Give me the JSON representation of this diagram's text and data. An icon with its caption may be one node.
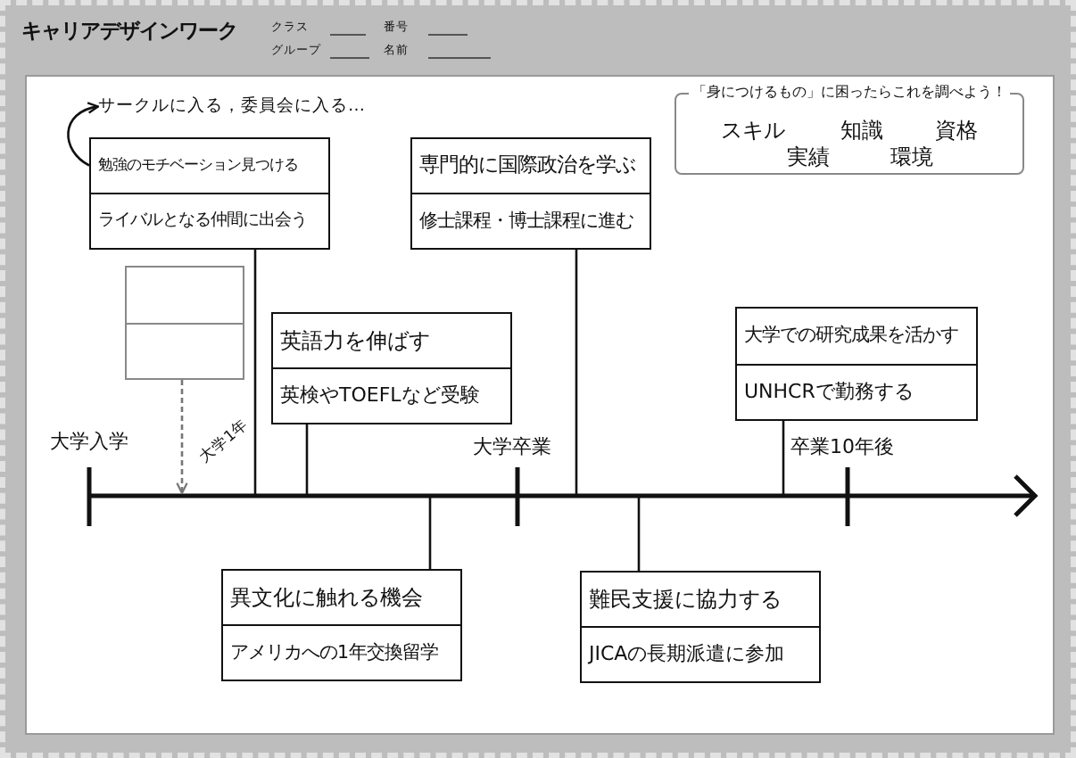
{
  "diagram": {
    "title": "キャリアデザインワーク",
    "nodes": [
      {
        "text": [
          "サークルに入る，委員会に入る…"
        ]
      },
      {
        "text": [
          "「身につけるもの」に困ったらこれを調べよう！",
          "スキル",
          "知識",
          "資格",
          "実績",
          "環境"
        ]
      },
      {
        "text": [
          "勉強のモチベーション見つける",
          "ライバルとなる仲間に出会う"
        ]
      },
      {
        "text": [
          "専門的に国際政治を学ぶ",
          "修士課程・博士課程に進む"
        ]
      },
      {
        "text": [],
        "shape": "box"
      },
      {
        "text": [
          "英語力を伸ばす",
          "英検やTOEFLなど受験"
        ]
      },
      {
        "text": [
          "大学での研究成果を活かす",
          "UNHCRで勤務する"
        ]
      },
      {
        "text": [
          "異文化に触れる機会",
          "アメリカへの1年交換留学"
        ]
      },
      {
        "text": [
          "難民支援に協力する",
          "JICAの長期派遣に参加"
        ]
      }
    ],
    "edges": [
      {
        "from": 2,
        "to": 0,
        "arrow": "to"
      },
      {
        "from": 2,
        "to": null,
        "arrow": "none"
      },
      {
        "from": 3,
        "to": null,
        "arrow": "none"
      },
      {
        "from": 4,
        "to": null,
        "arrow": "to",
        "style": "dashed",
        "color": "#777777"
      },
      {
        "from": 5,
        "to": null,
        "arrow": "none"
      },
      {
        "from": 6,
        "to": null,
        "arrow": "none"
      },
      {
        "from": 7,
        "to": null,
        "arrow": "none"
      },
      {
        "from": 8,
        "to": null,
        "arrow": "none"
      }
    ],
    "labels": [
      "クラス",
      "番号",
      "グループ",
      "名前",
      "大学入学",
      "大学1年",
      "大学卒業",
      "卒業10年後"
    ]
  }
}
